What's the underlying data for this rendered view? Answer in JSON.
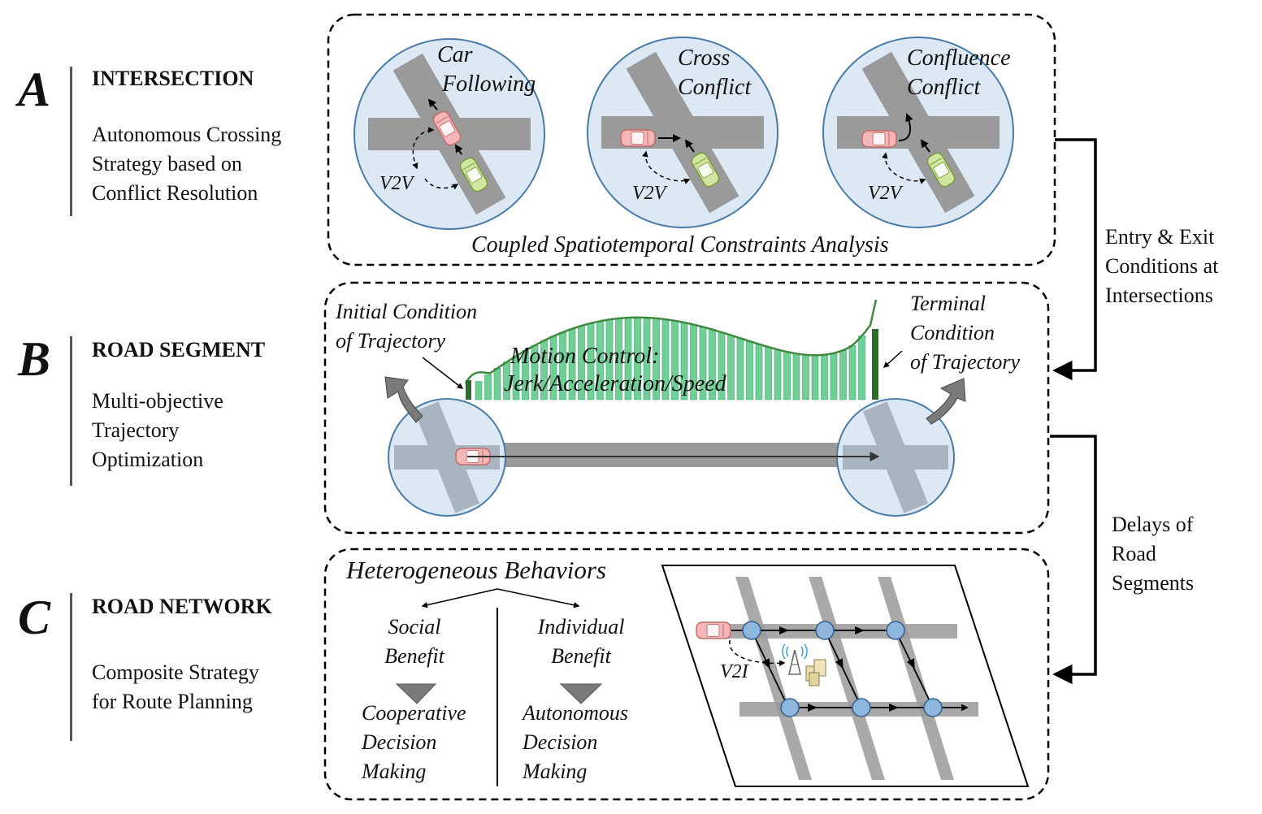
{
  "sections": [
    {
      "letter": "A",
      "title": "INTERSECTION",
      "desc": [
        "Autonomous Crossing",
        "Strategy based on",
        "Conflict Resolution"
      ]
    },
    {
      "letter": "B",
      "title": "ROAD SEGMENT",
      "desc": [
        "Multi-objective",
        "Trajectory",
        "Optimization"
      ]
    },
    {
      "letter": "C",
      "title": "ROAD NETWORK",
      "desc": [
        "Composite Strategy",
        "for Route Planning"
      ]
    }
  ],
  "panel_a": {
    "scenarios": [
      {
        "label": [
          "Car",
          "Following"
        ],
        "comm": "V2V"
      },
      {
        "label": [
          "Cross",
          "Conflict"
        ],
        "comm": "V2V"
      },
      {
        "label": [
          "Confluence",
          "Conflict"
        ],
        "comm": "V2V"
      }
    ],
    "caption": "Coupled Spatiotemporal Constraints Analysis"
  },
  "panel_b": {
    "initial": [
      "Initial Condition",
      "of Trajectory"
    ],
    "terminal": [
      "Terminal",
      "Condition",
      "of Trajectory"
    ],
    "motion": [
      "Motion Control:",
      "Jerk/Acceleration/Speed"
    ]
  },
  "panel_c": {
    "heading": "Heterogeneous Behaviors",
    "social": [
      "Social",
      "Benefit"
    ],
    "individual": [
      "Individual",
      "Benefit"
    ],
    "cooperative": [
      "Cooperative",
      "Decision",
      "Making"
    ],
    "autonomous": [
      "Autonomous",
      "Decision",
      "Making"
    ],
    "comm": "V2I"
  },
  "flows": {
    "entry_exit": [
      "Entry & Exit",
      "Conditions at",
      "Intersections"
    ],
    "delays": [
      "Delays of",
      "Road",
      "Segments"
    ]
  },
  "colors": {
    "circle_fill": "#dce9f5",
    "circle_stroke": "#4a7aa8",
    "road": "#9a9a9a",
    "bar_fill": "#6fcf97",
    "bar_stroke": "#3aa86b",
    "curve": "#3f8a3f",
    "car_red": "#f4b6b6",
    "car_green": "#cfe6a0"
  },
  "icons": {
    "up_arrow": "curved-arrow-icon",
    "down_triangle": "down-triangle-icon",
    "antenna": "antenna-icon",
    "building": "building-icon",
    "car": "car-icon"
  }
}
